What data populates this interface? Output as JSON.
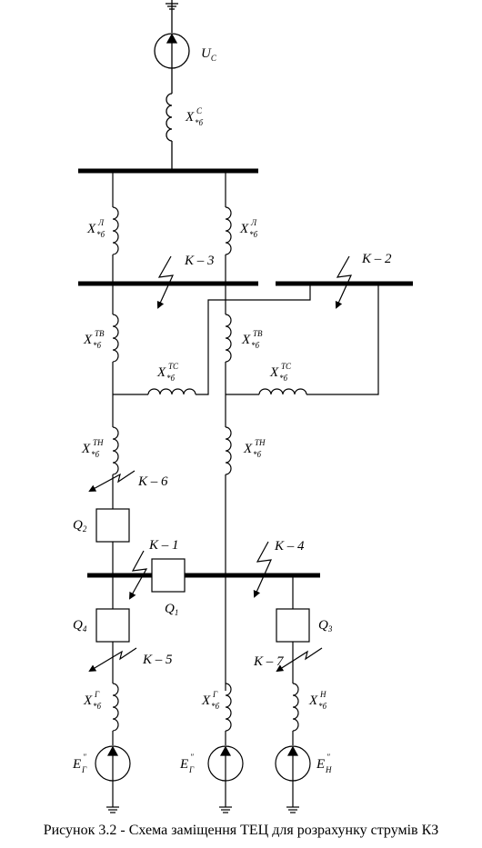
{
  "caption": "Рисунок 3.2 - Схема заміщення ТЕЦ для розрахунку струмів КЗ",
  "source": {
    "main": "U",
    "sub": "С"
  },
  "reactances": {
    "system": {
      "main": "X",
      "sup": "С",
      "sub": "*б"
    },
    "line_left": {
      "main": "X",
      "sup": "Л",
      "sub": "*б"
    },
    "line_right": {
      "main": "X",
      "sup": "Л",
      "sub": "*б"
    },
    "tv_left": {
      "main": "X",
      "sup": "ТВ",
      "sub": "*б"
    },
    "tv_right": {
      "main": "X",
      "sup": "ТВ",
      "sub": "*б"
    },
    "tc_left": {
      "main": "X",
      "sup": "ТС",
      "sub": "*б"
    },
    "tc_right": {
      "main": "X",
      "sup": "ТС",
      "sub": "*б"
    },
    "tn_left": {
      "main": "X",
      "sup": "ТН",
      "sub": "*б"
    },
    "tn_right": {
      "main": "X",
      "sup": "ТН",
      "sub": "*б"
    },
    "gen_left": {
      "main": "X",
      "sup": "Г",
      "sub": "*б"
    },
    "gen_mid": {
      "main": "X",
      "sup": "Г",
      "sub": "*б"
    },
    "load": {
      "main": "X",
      "sup": "Н",
      "sub": "*б"
    }
  },
  "emf": {
    "gen_left": {
      "main": "E",
      "sup": "″",
      "sub": "Г"
    },
    "gen_mid": {
      "main": "E",
      "sup": "″",
      "sub": "Г"
    },
    "load": {
      "main": "E",
      "sup": "″",
      "sub": "Н"
    }
  },
  "faults": {
    "k1": "K – 1",
    "k2": "K – 2",
    "k3": "K – 3",
    "k4": "K – 4",
    "k5": "K – 5",
    "k6": "K – 6",
    "k7": "K – 7"
  },
  "breakers": {
    "q1": {
      "main": "Q",
      "sub": "1"
    },
    "q2": {
      "main": "Q",
      "sub": "2"
    },
    "q3": {
      "main": "Q",
      "sub": "3"
    },
    "q4": {
      "main": "Q",
      "sub": "4"
    }
  }
}
